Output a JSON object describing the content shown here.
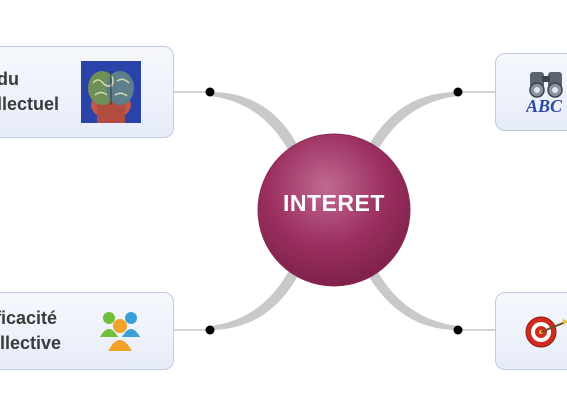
{
  "center": {
    "label": "INTERET",
    "color": "#9b2f60"
  },
  "branches": [
    {
      "position": "top-left",
      "lines": [
        "du",
        "llectuel"
      ],
      "icon": "brain-icon"
    },
    {
      "position": "top-right",
      "lines": [],
      "icon": "binoculars-abc-icon",
      "icon_text": "ABC"
    },
    {
      "position": "bottom-left",
      "lines": [
        "fficacité",
        "ollective"
      ],
      "icon": "people-group-icon"
    },
    {
      "position": "bottom-right",
      "lines": [],
      "icon": "target-icon"
    }
  ],
  "colors": {
    "node_border": "#bfcbe2",
    "connector": "#c9c9c9",
    "dot": "#000000"
  }
}
